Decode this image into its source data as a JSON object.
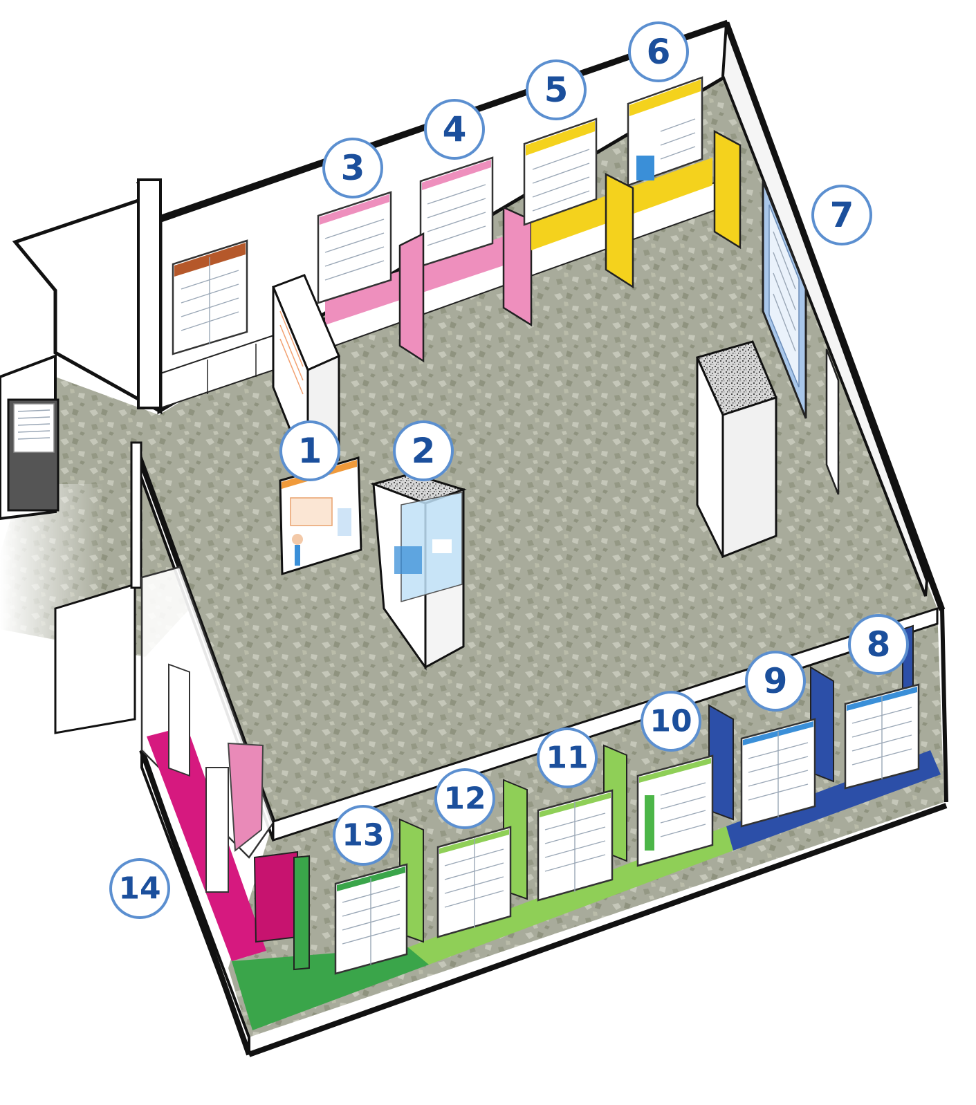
{
  "diagram": {
    "exhibits": [
      {
        "number": "1",
        "label": ""
      },
      {
        "number": "2",
        "label": ""
      },
      {
        "number": "3",
        "label": ""
      },
      {
        "number": "4",
        "label": ""
      },
      {
        "number": "5",
        "label": ""
      },
      {
        "number": "6",
        "label": ""
      },
      {
        "number": "7",
        "label": ""
      },
      {
        "number": "8",
        "label": ""
      },
      {
        "number": "9",
        "label": ""
      },
      {
        "number": "10",
        "label": ""
      },
      {
        "number": "11",
        "label": ""
      },
      {
        "number": "12",
        "label": ""
      },
      {
        "number": "13",
        "label": ""
      },
      {
        "number": "14",
        "label": ""
      }
    ],
    "zone_colors": {
      "pink": "#ee8fbd",
      "yellow": "#f4d21d",
      "blue": "#2c4fa8",
      "light_blue": "#a9c7ea",
      "green": "#4cb648",
      "light_green": "#8fcf57",
      "magenta": "#d6197f",
      "brown": "#b5582a",
      "floor": "#a7aa9a",
      "wall": "#ffffff",
      "marker_ring": "#5b8fd0",
      "marker_text": "#1b4f9c"
    },
    "icons": [
      "numbered-marker-icon"
    ]
  }
}
